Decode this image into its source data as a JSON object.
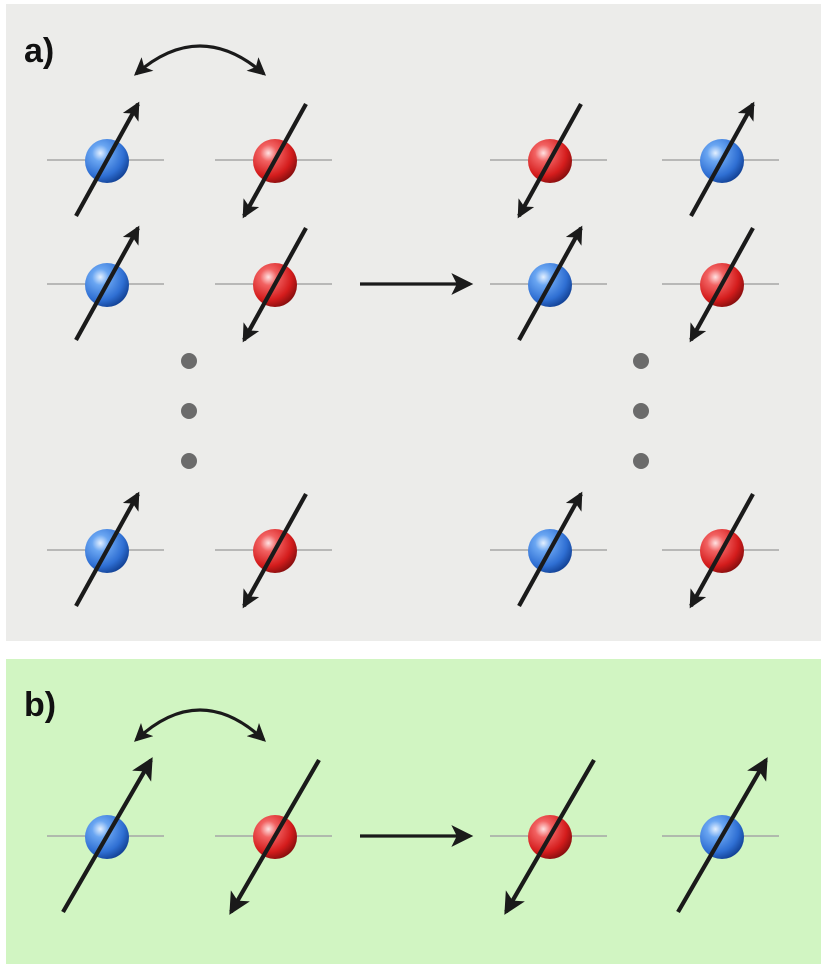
{
  "panels": [
    {
      "label": "a)",
      "background": "#ececea",
      "before": {
        "rows": [
          [
            "up-blue",
            "down-red"
          ],
          [
            "up-blue",
            "down-red"
          ],
          [
            "up-blue",
            "down-red"
          ]
        ]
      },
      "after": {
        "rows": [
          [
            "down-red",
            "up-blue"
          ],
          [
            "up-blue",
            "down-red"
          ],
          [
            "up-blue",
            "down-red"
          ]
        ]
      },
      "ellipsis_between_rows": [
        2,
        3
      ]
    },
    {
      "label": "b)",
      "background": "#d1f5c2",
      "before": {
        "rows": [
          [
            "up-blue",
            "down-red"
          ]
        ]
      },
      "after": {
        "rows": [
          [
            "down-red",
            "up-blue"
          ]
        ]
      }
    }
  ],
  "colors": {
    "spin_up": "#2f74d8",
    "spin_down": "#dc2020",
    "arrow": "#1a1a1a",
    "axis_line": "#a6a6a6",
    "ellipsis_dot": "#6b6b6b"
  },
  "icons": {
    "exchange": "double-headed-curved-arrow",
    "transition": "right-arrow"
  }
}
